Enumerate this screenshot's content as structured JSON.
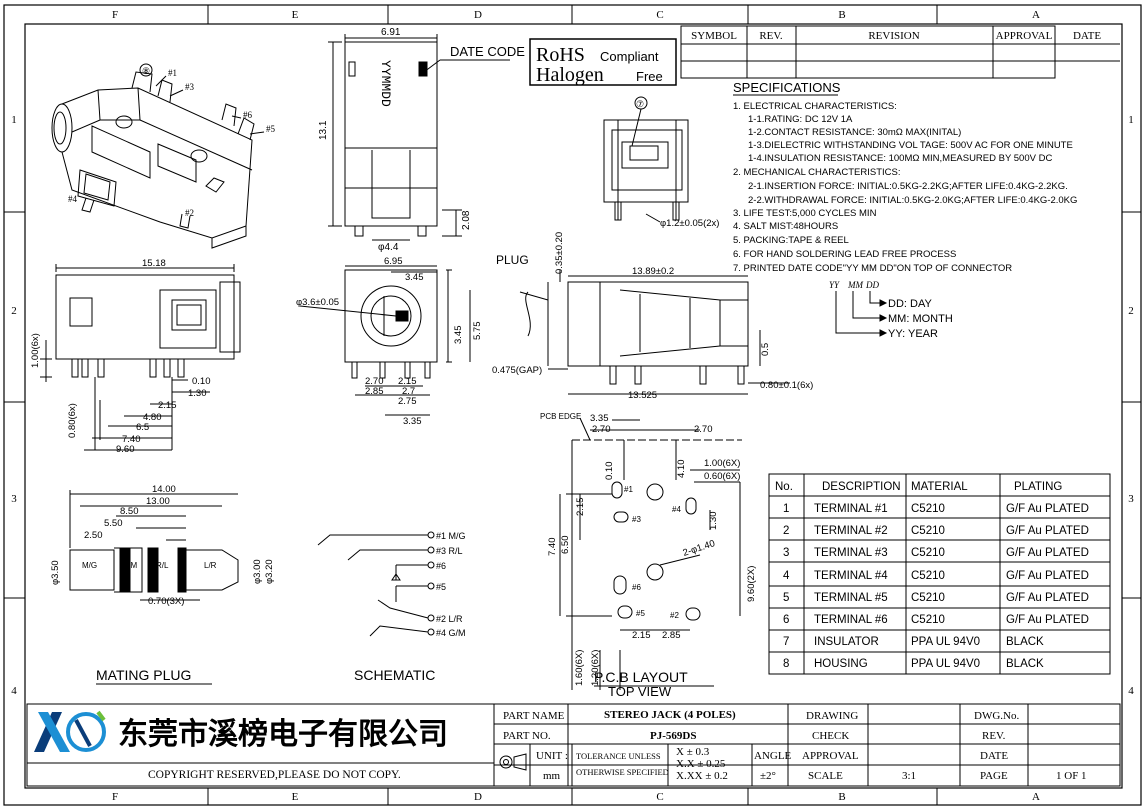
{
  "zones": {
    "columns": [
      "F",
      "E",
      "D",
      "C",
      "B",
      "A"
    ],
    "rows": [
      "1",
      "2",
      "3",
      "4"
    ]
  },
  "revision_table": {
    "headers": [
      "SYMBOL",
      "REV.",
      "REVISION",
      "APPROVAL",
      "DATE"
    ]
  },
  "rohs": {
    "line1": "RoHS",
    "line1b": "Compliant",
    "line2": "Halogen",
    "line2b": "Free"
  },
  "date_code_label": "DATE CODE",
  "date_code_marking": "YYMMDD",
  "specifications": {
    "title": "SPECIFICATIONS",
    "lines": [
      "1. ELECTRICAL CHARACTERISTICS:",
      "1-1.RATING: DC 12V 1A",
      "1-2.CONTACT RESISTANCE: 30mΩ MAX(INITAL)",
      "1-3.DIELECTRIC WITHSTANDING VOL TAGE: 500V AC FOR ONE MINUTE",
      "1-4.INSULATION RESISTANCE: 100MΩ  MIN,MEASURED BY 500V DC",
      "2. MECHANICAL CHARACTERISTICS:",
      "2-1.INSERTION FORCE: INITIAL:0.5KG-2.2KG;AFTER LIFE:0.4KG-2.2KG.",
      "2-2.WITHDRAWAL FORCE: INITIAL:0.5KG-2.0KG;AFTER LIFE:0.4KG-2.0KG",
      "3. LIFE TEST:5,000 CYCLES MIN",
      "4. SALT MIST:48HOURS",
      "5. PACKING:TAPE & REEL",
      "6. FOR HAND SOLDERING LEAD FREE PROCESS",
      "7. PRINTED DATE CODE\"YY MM DD\"ON TOP OF CONNECTOR"
    ],
    "legend": [
      "YY",
      "MM",
      "DD",
      "DD:  DAY",
      "MM:  MONTH",
      "YY:  YEAR"
    ]
  },
  "dimensions": {
    "top": [
      "6.91",
      "13.1",
      "2.08",
      "φ4.4"
    ],
    "front": [
      "6.95",
      "3.45",
      "φ3.6±0.05",
      "5.75",
      "3.45",
      "2.70",
      "2.15",
      "2.85",
      "2.7",
      "2.75",
      "3.35"
    ],
    "side": [
      "15.18",
      "1.00(6x)",
      "0.10",
      "1.30",
      "2.15",
      "4.80",
      "6.5",
      "7.40",
      "9.60",
      "0.80(6x)"
    ],
    "plug_view": [
      "PLUG",
      "0.35±0.20",
      "13.89±0.2",
      "0.475(GAP)",
      "0.5",
      "0.80±0.1(6x)",
      "13.525"
    ],
    "detail": [
      "φ1.2±0.05(2x)"
    ],
    "mating": [
      "14.00",
      "13.00",
      "8.50",
      "5.50",
      "2.50",
      "φ3.50",
      "φ3.00",
      "φ3.20",
      "0.70(3X)",
      "M/G",
      "G/M",
      "R/L",
      "L/R"
    ],
    "pcb": [
      "PCB EDGE",
      "3.35",
      "2.70",
      "2.70",
      "0.10",
      "4.10",
      "1.00(6X)",
      "0.60(6X)",
      "2.15",
      "1.30",
      "7.40",
      "6.50",
      "9.60(2X)",
      "2-φ1.40",
      "2.15",
      "2.85",
      "1.60(6X)",
      "1.20(6X)"
    ]
  },
  "callouts": [
    "#1",
    "#2",
    "#3",
    "#4",
    "#5",
    "#6",
    "⑦",
    "⑧"
  ],
  "schematic_labels": [
    "#1 M/G",
    "#3 R/L",
    "#6",
    "#5",
    "#2 L/R",
    "#4 G/M"
  ],
  "view_titles": {
    "mating": "MATING PLUG",
    "schematic": "SCHEMATIC",
    "pcb": "P.C.B LAYOUT",
    "top_view": "TOP VIEW"
  },
  "bom": {
    "headers": [
      "No.",
      "DESCRIPTION",
      "MATERIAL",
      "PLATING"
    ],
    "rows": [
      [
        "1",
        "TERMINAL  #1",
        "C5210",
        "G/F  Au  PLATED"
      ],
      [
        "2",
        "TERMINAL  #2",
        "C5210",
        "G/F  Au  PLATED"
      ],
      [
        "3",
        "TERMINAL  #3",
        "C5210",
        "G/F  Au  PLATED"
      ],
      [
        "4",
        "TERMINAL  #4",
        "C5210",
        "G/F  Au  PLATED"
      ],
      [
        "5",
        "TERMINAL  #5",
        "C5210",
        "G/F  Au  PLATED"
      ],
      [
        "6",
        "TERMINAL  #6",
        "C5210",
        "G/F  Au  PLATED"
      ],
      [
        "7",
        "INSULATOR",
        "PPA UL 94V0",
        "BLACK"
      ],
      [
        "8",
        "HOUSING",
        "PPA UL 94V0",
        "BLACK"
      ]
    ]
  },
  "title_block": {
    "company": "东莞市溪榜电子有限公司",
    "copyright": "COPYRIGHT RESERVED,PLEASE DO NOT COPY.",
    "part_name_label": "PART NAME",
    "part_name": "STEREO JACK (4 POLES)",
    "part_no_label": "PART NO.",
    "part_no": "PJ-569DS",
    "unit_label": "UNIT :",
    "unit": "mm",
    "tol_line1": "TOLERANCE UNLESS",
    "tol_line2": "OTHERWISE SPECIFIED",
    "tol1": "X ± 0.3",
    "tol2": "X.X ± 0.25",
    "tol3": "X.XX ± 0.2",
    "angle_label": "ANGLE",
    "angle": "±2°",
    "drawing": "DRAWING",
    "check": "CHECK",
    "approval": "APPROVAL",
    "scale_label": "SCALE",
    "scale": "3:1",
    "dwg_no": "DWG.No.",
    "rev": "REV.",
    "date": "DATE",
    "page_label": "PAGE",
    "page": "1 OF 1"
  }
}
